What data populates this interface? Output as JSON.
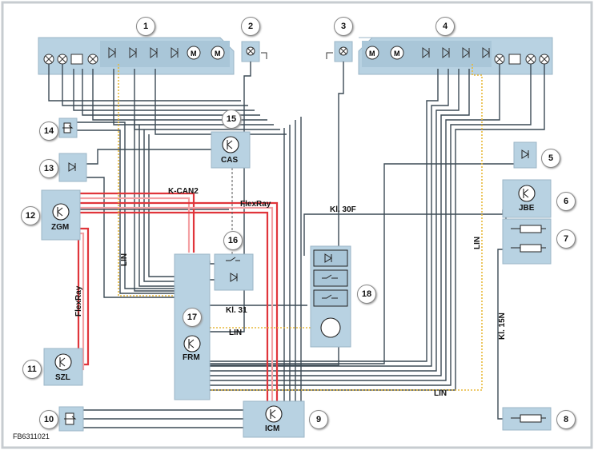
{
  "diagram_id": "FB6311021",
  "callouts": [
    "1",
    "2",
    "3",
    "4",
    "5",
    "6",
    "7",
    "8",
    "9",
    "10",
    "11",
    "12",
    "13",
    "14",
    "15",
    "16",
    "17",
    "18"
  ],
  "modules": {
    "cas": "CAS",
    "jbe": "JBE",
    "zgm": "ZGM",
    "szl": "SZL",
    "frm": "FRM",
    "icm": "ICM"
  },
  "bus_labels": {
    "kcan2": "K-CAN2",
    "flexray_top": "FlexRay",
    "flexray_left": "FlexRay",
    "kl30f": "Kl. 30F",
    "kl31": "Kl. 31",
    "kl15n": "Kl. 15N",
    "lin_left": "LIN",
    "lin_center": "LIN",
    "lin_right": "LIN",
    "lin_bottom": "LIN"
  },
  "colors": {
    "panel": "#b8d2e2",
    "panel_dark": "#a9c6d8",
    "wire": "#3c4a55",
    "flexray": "#e0353b",
    "flexray_light": "#f4a0a3",
    "lin": "#e8b93a",
    "frame": "#d9dde0"
  }
}
